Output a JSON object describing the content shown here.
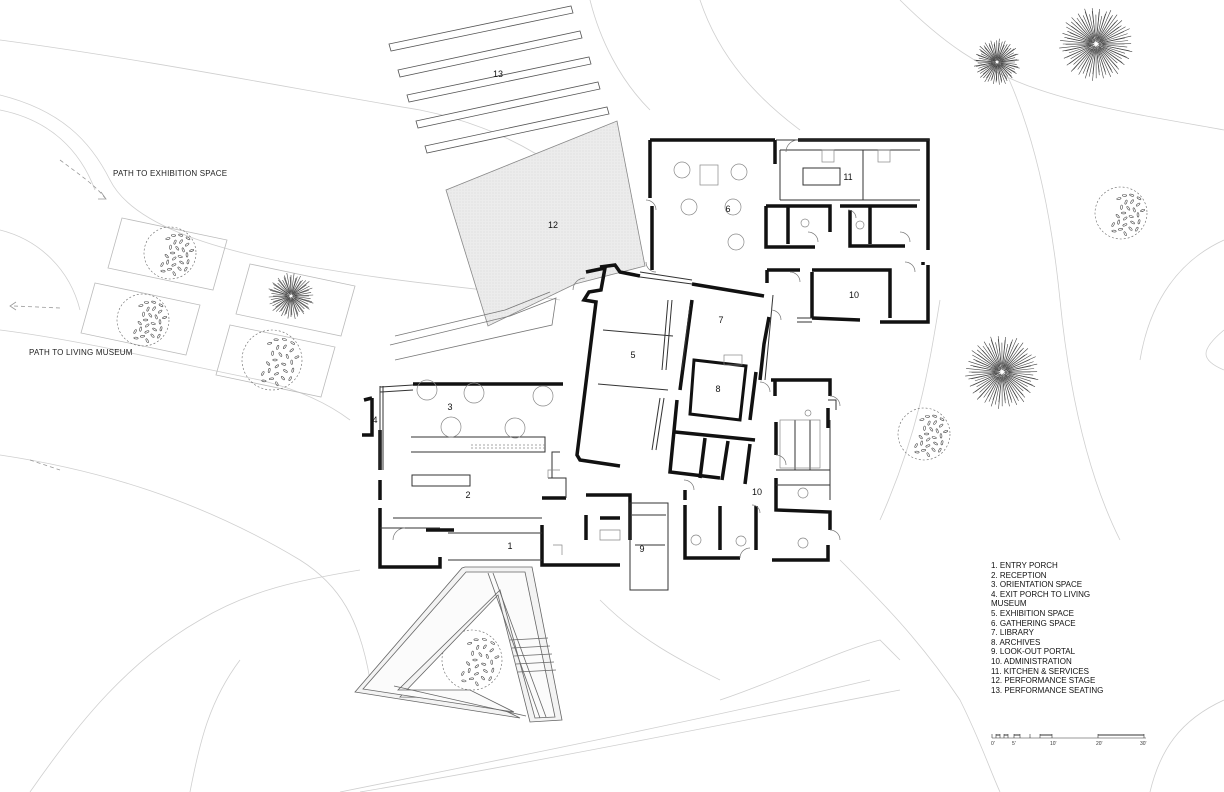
{
  "site_labels": {
    "path_exhibition": "PATH TO EXHIBITION SPACE",
    "path_living": "PATH TO LIVING MUSEUM"
  },
  "room_numbers": {
    "r1": "1",
    "r2": "2",
    "r3": "3",
    "r4": "4",
    "r5": "5",
    "r6": "6",
    "r7": "7",
    "r8": "8",
    "r9": "9",
    "r10a": "10",
    "r10b": "10",
    "r11": "11",
    "r12": "12",
    "r13": "13"
  },
  "legend": [
    "1. ENTRY PORCH",
    "2. RECEPTION",
    "3. ORIENTATION SPACE",
    "4. EXIT PORCH TO LIVING MUSEUM",
    "5. EXHIBITION SPACE",
    "6. GATHERING SPACE",
    "7. LIBRARY",
    "8. ARCHIVES",
    "9. LOOK-OUT PORTAL",
    "10. ADMINISTRATION",
    "11. KITCHEN & SERVICES",
    "12. PERFORMANCE STAGE",
    "13. PERFORMANCE  SEATING"
  ],
  "scale_bar": {
    "ticks": [
      "0'",
      "5'",
      "10'",
      "20'",
      "30'"
    ]
  },
  "colors": {
    "wall": "#111111",
    "site_line": "#c8c8c8",
    "stage_fill": "#e9e9e9",
    "tree": "#444444"
  }
}
